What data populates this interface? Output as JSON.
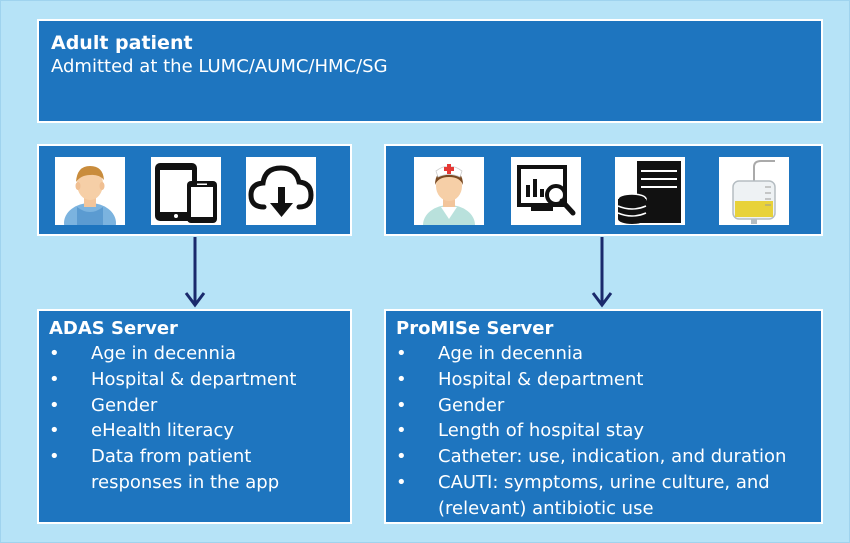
{
  "header": {
    "title": "Adult patient",
    "subtitle": "Admitted at the LUMC/AUMC/HMC/SG"
  },
  "left_icons": [
    {
      "icon": "patient-icon"
    },
    {
      "icon": "tablet-phone-icon"
    },
    {
      "icon": "cloud-download-icon"
    }
  ],
  "right_icons": [
    {
      "icon": "nurse-icon"
    },
    {
      "icon": "monitor-analytics-icon"
    },
    {
      "icon": "server-database-icon"
    },
    {
      "icon": "urine-bag-icon"
    }
  ],
  "adas": {
    "title": "ADAS Server",
    "items": [
      "Age in decennia",
      "Hospital & department",
      "Gender",
      "eHealth literacy",
      "Data from patient responses in the app"
    ]
  },
  "promise": {
    "title": "ProMISe Server",
    "items": [
      "Age in decennia",
      "Hospital & department",
      "Gender",
      "Length of hospital stay",
      "Catheter: use, indication, and duration",
      "CAUTI: symptoms, urine culture, and (relevant) antibiotic use"
    ]
  },
  "colors": {
    "background": "#b6e3f7",
    "box_fill": "#1e75bf",
    "arrow": "#1a2a6c"
  }
}
